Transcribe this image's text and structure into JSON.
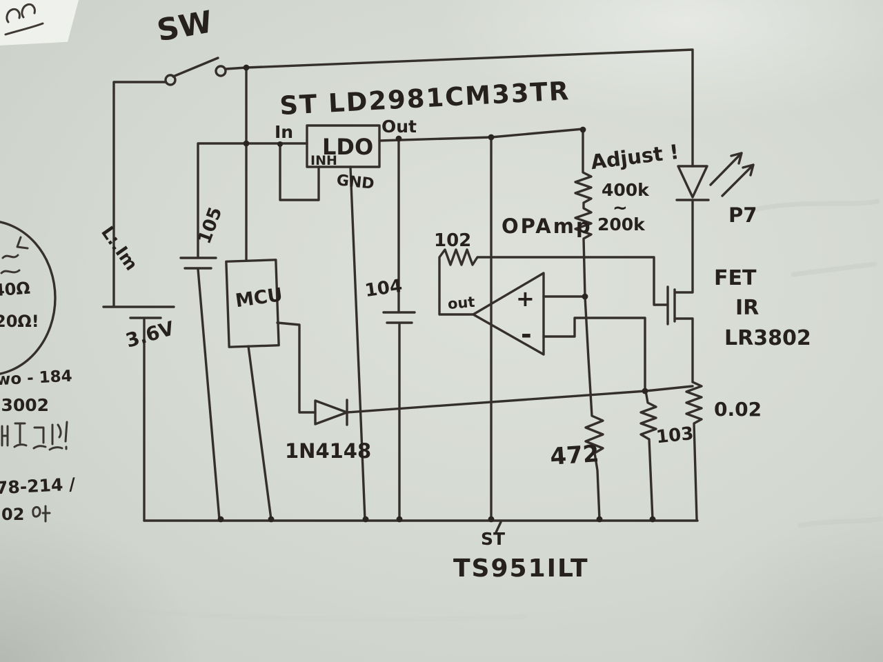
{
  "colors": {
    "ink": "#2b2520",
    "board": "#d4d9d1"
  },
  "labels": {
    "sw": "SW",
    "part_title": "ST LD2981CM33TR",
    "ldo": "LDO",
    "pin_in": "In",
    "pin_out": "Out",
    "pin_inh": "INH",
    "pin_gnd": "GND",
    "battery_v": "3.6V",
    "battery_note": "L:.Im",
    "cap105": "105",
    "mcu": "MCU",
    "cap104": "104",
    "r102": "102",
    "opamp_name": "OPAmp",
    "opamp_out": "out",
    "opamp_plus": "+",
    "opamp_minus": "-",
    "adjust": "Adjust !",
    "pot_top": "400k",
    "pot_tilde": "~",
    "pot_bottom": "200k",
    "led_ref": "P7",
    "fet_line1": "FET",
    "fet_line2": "IR",
    "fet_line3": "LR3802",
    "shunt": "0.02",
    "r103": "103",
    "r472": "472",
    "diode": "1N4148",
    "opamp_part1": "ST",
    "opamp_part2": "TS951ILT"
  },
  "margin_notes": {
    "ohm1": "40Ω",
    "ohm2": "20Ω!",
    "wo": "wo - 184",
    "num3002": ".3002",
    "num78": "78-214 /",
    "num02": "02"
  }
}
